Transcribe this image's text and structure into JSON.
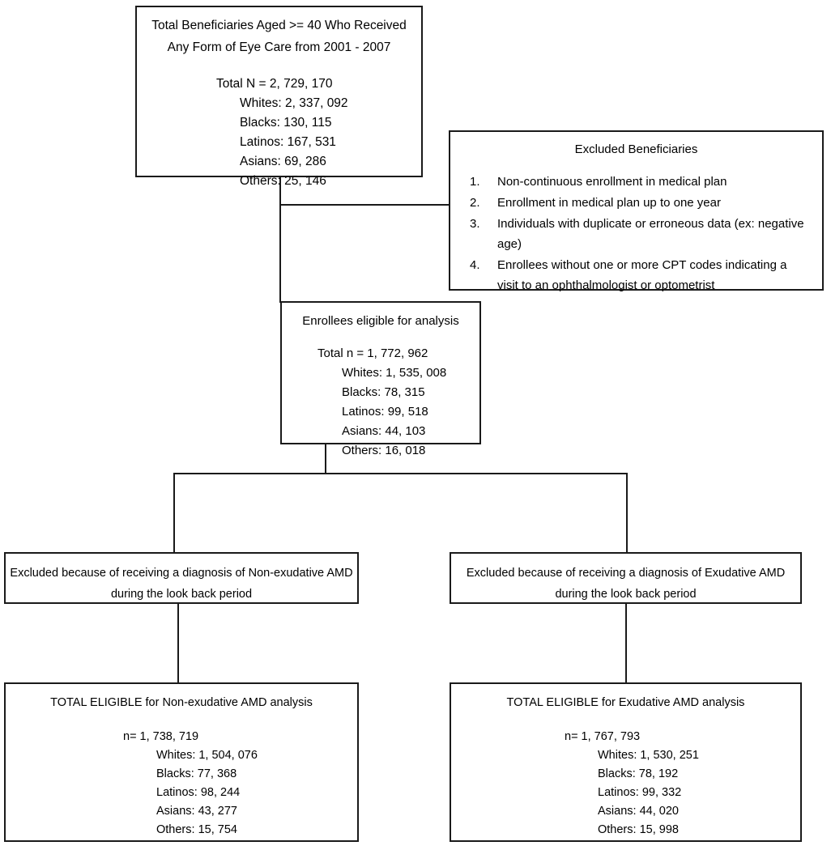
{
  "flowchart": {
    "title": "AMD study cohort selection flowchart",
    "total_cohort": {
      "heading_line1": "Total Beneficiaries Aged >= 40 Who Received",
      "heading_line2": "Any Form of Eye Care from 2001 - 2007",
      "total": "Total N = 2, 729, 170",
      "breakdown": [
        "Whites: 2, 337, 092",
        "Blacks: 130, 115",
        "Latinos: 167, 531",
        "Asians: 69, 286",
        "Others: 25, 146"
      ]
    },
    "excluded": {
      "heading": "Excluded Beneficiaries",
      "items": [
        {
          "num": "1.",
          "text": "Non-continuous enrollment in medical plan"
        },
        {
          "num": "2.",
          "text": "Enrollment in medical plan up to one year"
        },
        {
          "num": "3.",
          "text": "Individuals with duplicate or erroneous data (ex: negative age)"
        },
        {
          "num": "4.",
          "text": "Enrollees without one or more CPT codes indicating a visit to an ophthalmologist or optometrist"
        }
      ]
    },
    "eligible": {
      "heading": "Enrollees eligible for analysis",
      "total": "Total n = 1, 772, 962",
      "breakdown": [
        "Whites: 1, 535, 008",
        "Blacks: 78, 315",
        "Latinos: 99, 518",
        "Asians: 44, 103",
        "Others: 16, 018"
      ]
    },
    "excluded_nonexudative": {
      "line1": "Excluded because of receiving a diagnosis of Non-exudative AMD",
      "line2": "during the look back period"
    },
    "excluded_exudative": {
      "line1": "Excluded because of receiving a diagnosis of Exudative AMD",
      "line2": "during the look back period"
    },
    "total_eligible_nonexudative": {
      "heading": "TOTAL ELIGIBLE for Non-exudative AMD analysis",
      "total": "n= 1, 738, 719",
      "breakdown": [
        "Whites: 1, 504, 076",
        "Blacks: 77, 368",
        "Latinos: 98, 244",
        "Asians: 43, 277",
        "Others: 15, 754"
      ]
    },
    "total_eligible_exudative": {
      "heading": "TOTAL ELIGIBLE for Exudative AMD analysis",
      "total": "n= 1, 767, 793",
      "breakdown": [
        "Whites: 1, 530, 251",
        "Blacks: 78, 192",
        "Latinos: 99, 332",
        "Asians: 44, 020",
        "Others: 15, 998"
      ]
    },
    "colors": {
      "stroke": "#1a1a1a",
      "background": "#ffffff",
      "text": "#000000"
    }
  }
}
